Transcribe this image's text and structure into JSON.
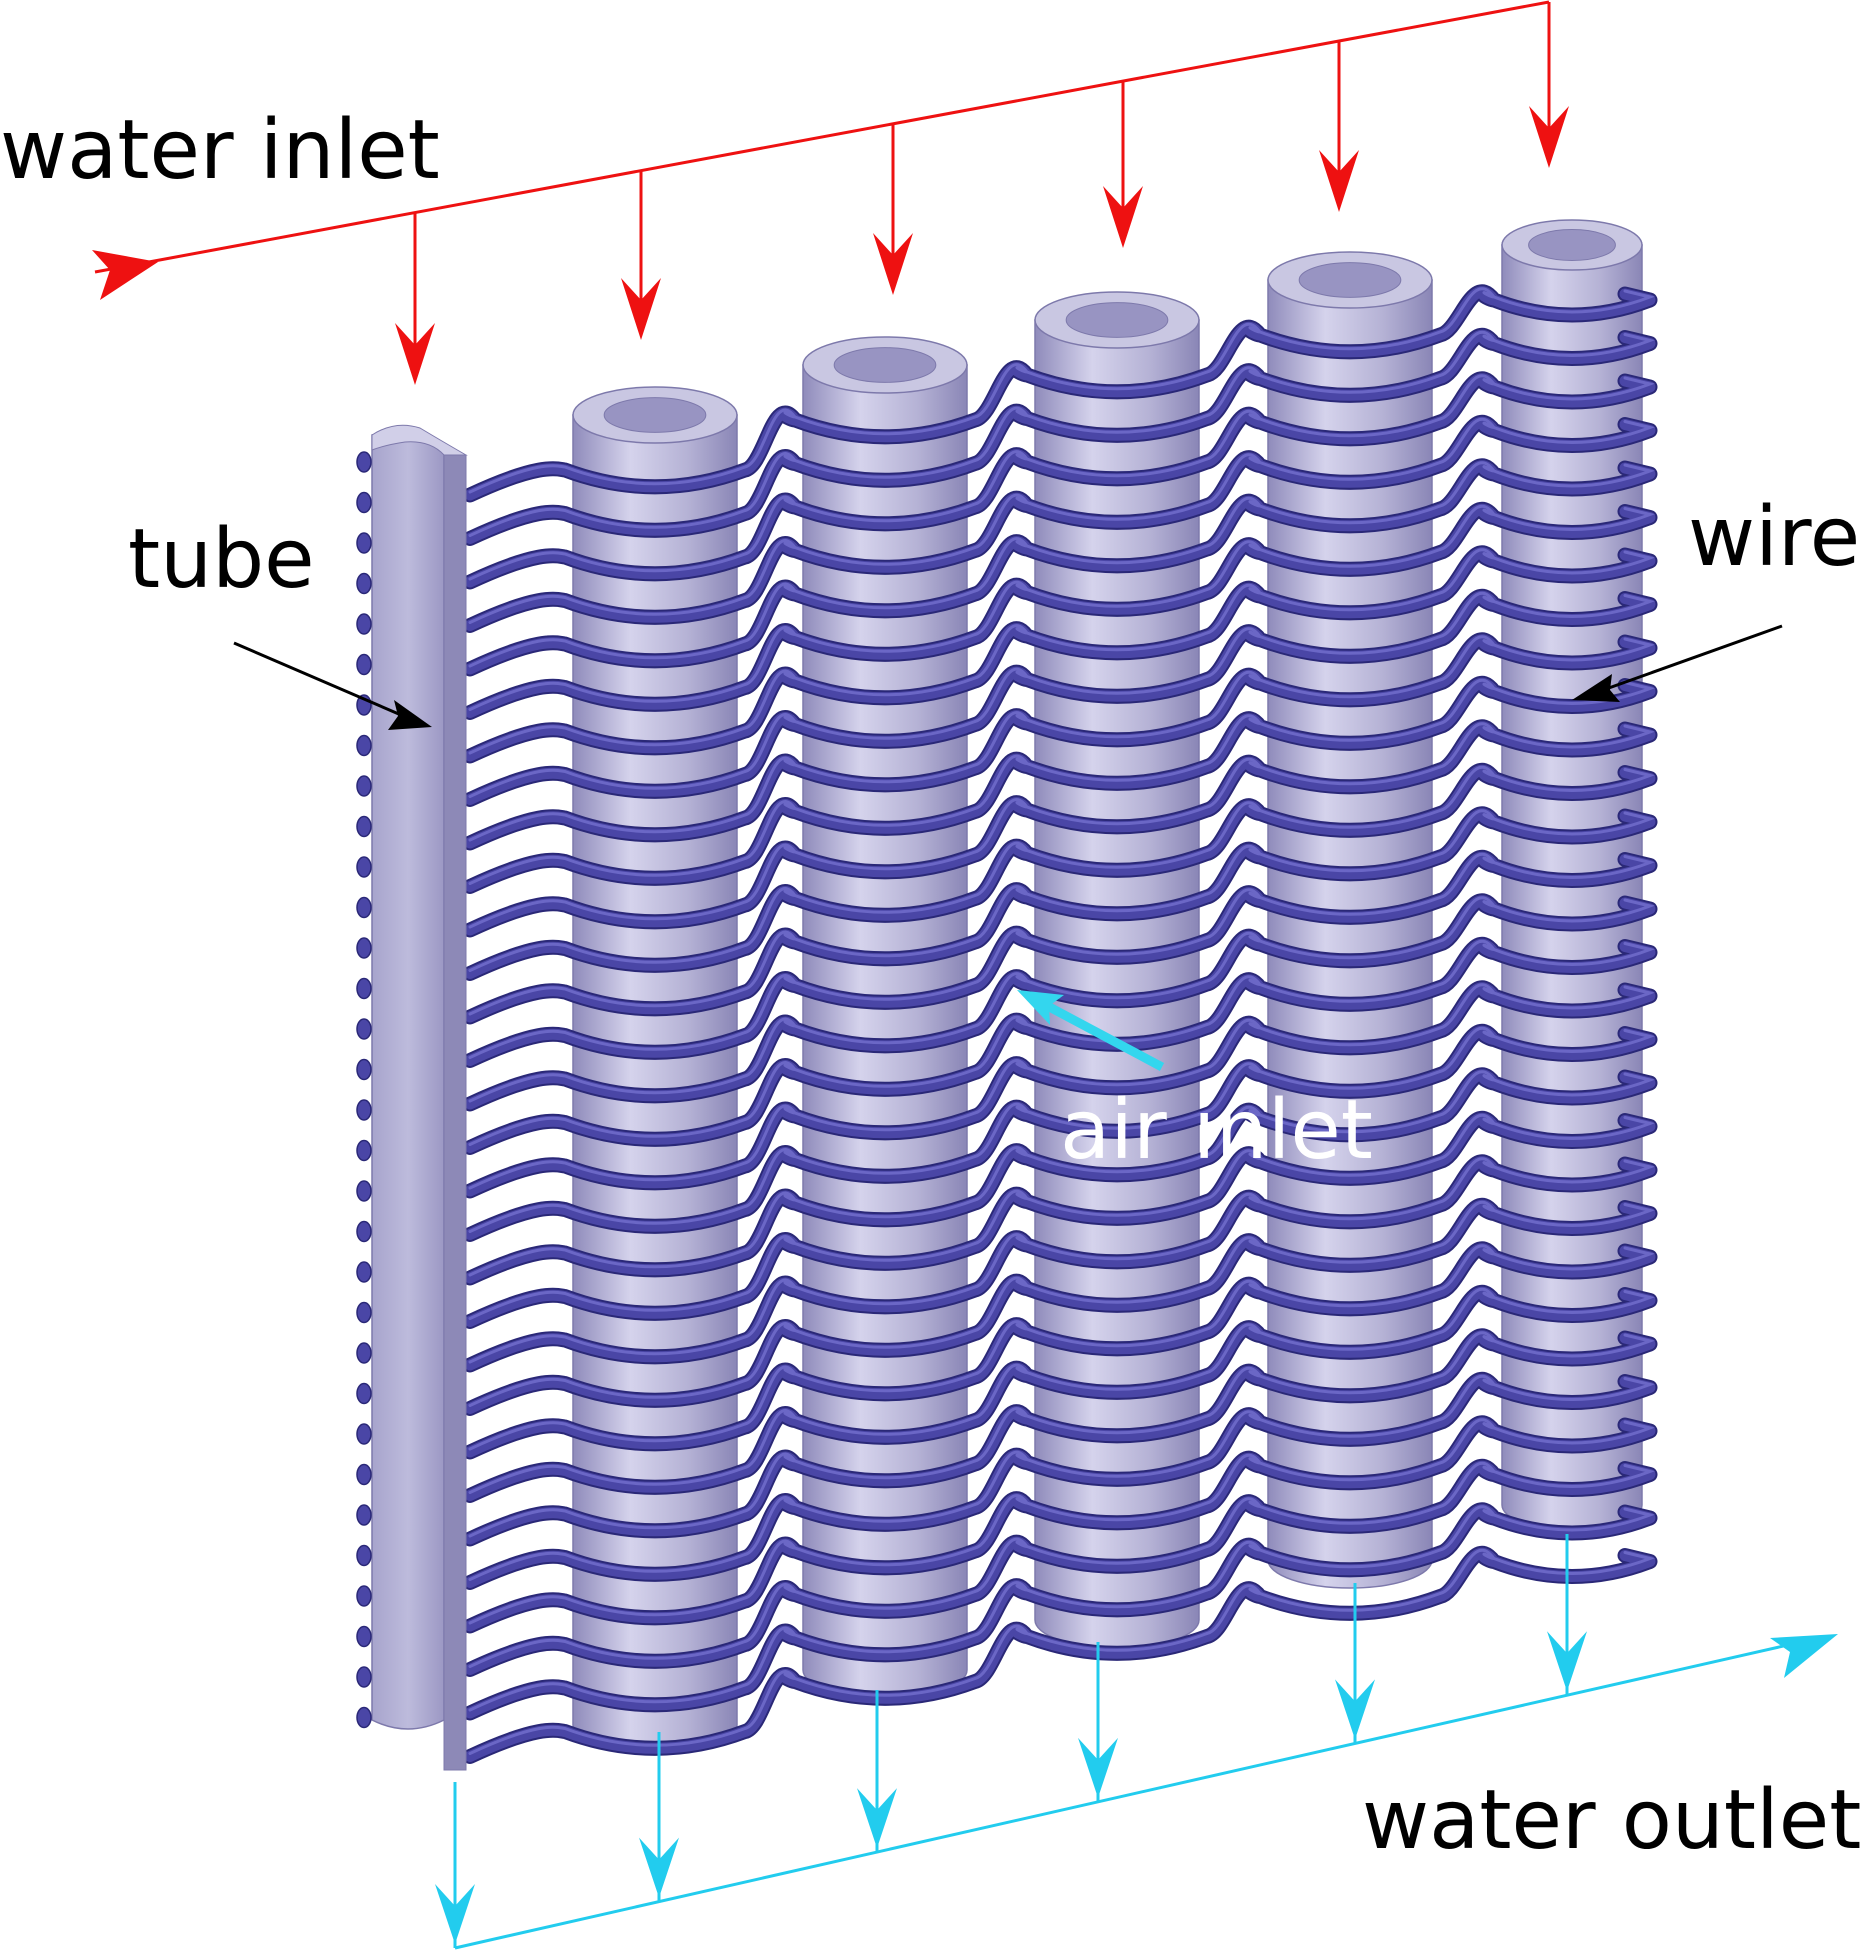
{
  "labels": {
    "water_inlet": "water inlet",
    "water_outlet": "water outlet",
    "tube": "tube",
    "wire": "wire",
    "air_inlet": "air inlet"
  },
  "colors": {
    "water_inlet_arrow": "#ee1111",
    "water_outlet_arrow": "#22ccee",
    "air_inlet_text": "#ffffff",
    "air_inlet_arrow": "#33d6ee",
    "label_text": "#000000",
    "tube_body": "#b2afd2",
    "tube_shadow": "#8a86b6",
    "tube_highlight": "#d3d1ea",
    "wire": "#4a46a6",
    "wire_dark": "#2a2877",
    "wire_light": "#6b67c6"
  },
  "structure": {
    "tube_count": 6,
    "wire_turns_per_tube": 30,
    "side_tube_count": 1
  }
}
